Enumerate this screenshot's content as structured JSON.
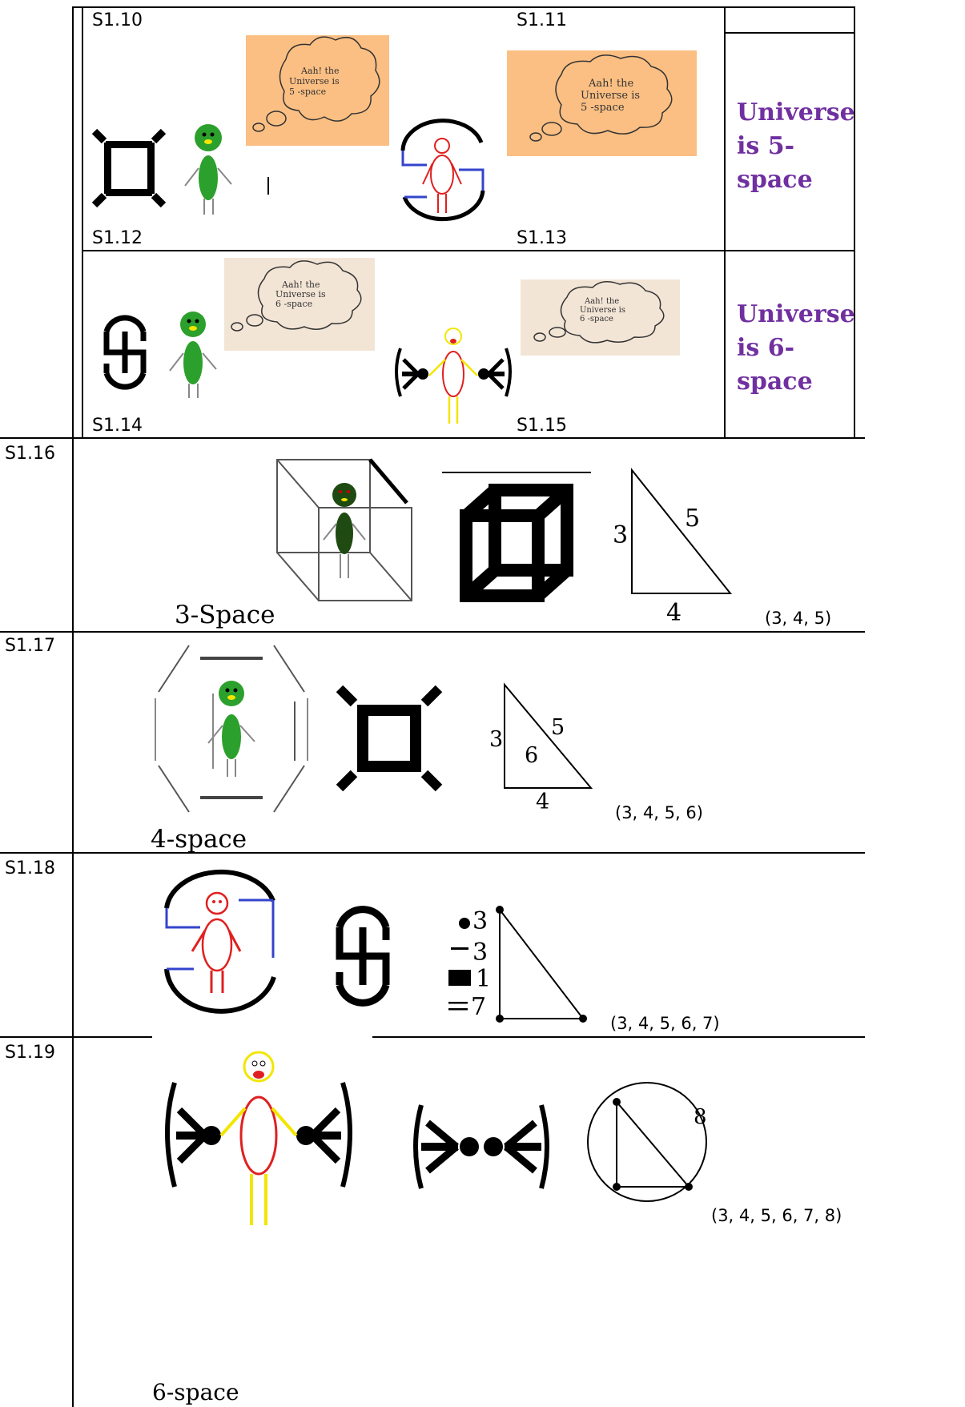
{
  "rows": {
    "top": {
      "label_a": "S1.10",
      "label_b": "S1.11"
    },
    "r5space": {
      "label_a": "S1.12",
      "label_b": "S1.13",
      "cloud_text_a": [
        "Aah! the",
        "Universe is",
        "5 -space"
      ],
      "cloud_text_b": [
        "Aah! the",
        "Universe is",
        "5 -space"
      ],
      "caption": [
        "Universe",
        "is 5-",
        "space"
      ]
    },
    "r6space": {
      "label_a": "S1.14",
      "label_b": "S1.15",
      "cloud_text_a": [
        "Aah! the",
        "Universe is",
        "6 -space"
      ],
      "cloud_text_b": [
        "Aah! the",
        "Universe is",
        "6 -space"
      ],
      "caption": [
        "Universe",
        "is 6-",
        "space"
      ]
    },
    "s116": {
      "label": "S1.16",
      "space_label": "3-Space",
      "tri_a": "3",
      "tri_b": "4",
      "tri_c": "5",
      "tuple": "(3, 4, 5)"
    },
    "s117": {
      "label": "S1.17",
      "space_label": "4-space",
      "tri_a": "3",
      "tri_b": "4",
      "tri_c": "5",
      "tri_d": "6",
      "tuple": "(3, 4, 5, 6)"
    },
    "s118": {
      "label": "S1.18",
      "legend": [
        "3",
        "3",
        "1",
        "7"
      ],
      "tuple": "(3, 4, 5, 6, 7)"
    },
    "s119": {
      "label": "S1.19",
      "space_label": "6-space",
      "circle_num": "8",
      "tuple": "(3, 4, 5, 6, 7, 8)"
    }
  },
  "colors": {
    "caption": "#7030a0",
    "cloud_orange": "#fbbf83",
    "cloud_beige": "#f3e5d6",
    "figure_green": "#2ca02c",
    "figure_dark": "#1f4a12",
    "figure_red": "#e02020",
    "figure_yellow": "#f2e600",
    "blue_bar": "#3344cc"
  }
}
